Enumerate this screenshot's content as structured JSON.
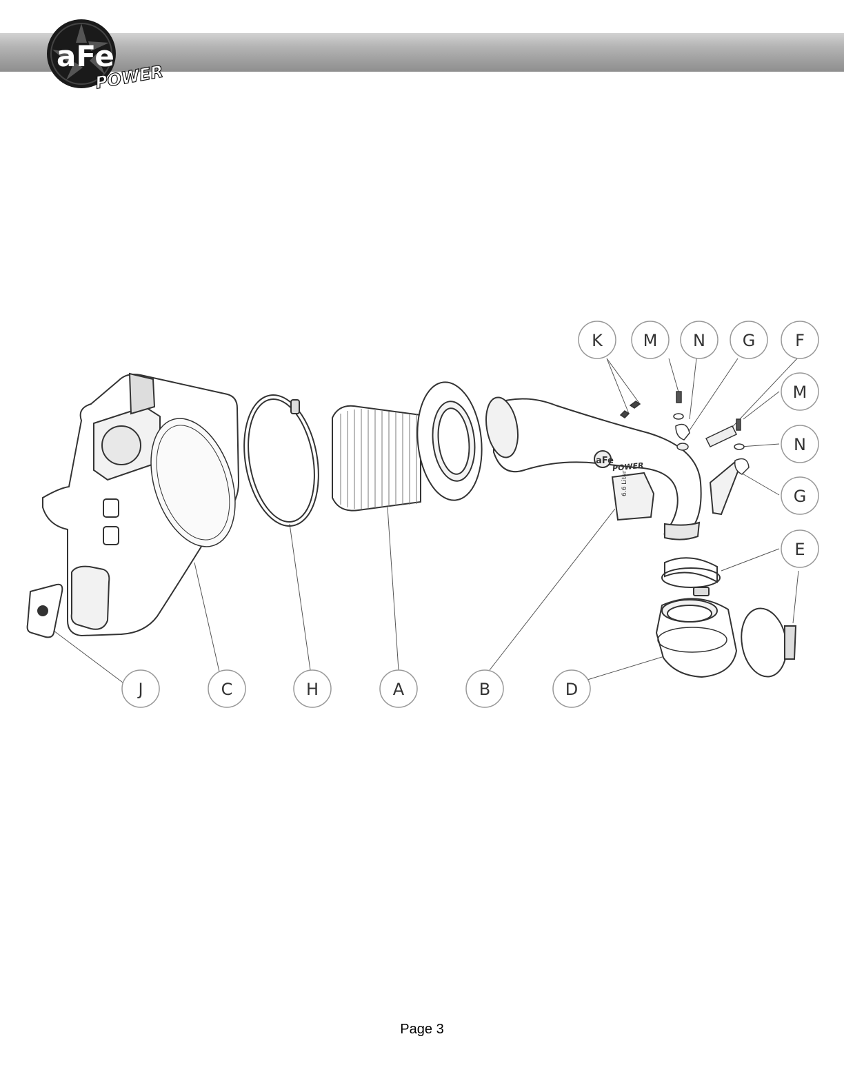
{
  "header": {
    "logo_text": "aFe",
    "logo_sub": "POWER"
  },
  "diagram": {
    "callouts": [
      "K",
      "M",
      "N",
      "G",
      "F",
      "M",
      "N",
      "G",
      "E",
      "E",
      "J",
      "C",
      "H",
      "A",
      "B",
      "D"
    ],
    "part_markings": {
      "tube_logo": "aFe",
      "tube_logo_sub": "POWER",
      "tube_text": "6.6 Liter"
    }
  },
  "footer": {
    "page_label": "Page 3"
  },
  "colors": {
    "line": "#333333",
    "header_dark": "#8e8e8e",
    "header_light": "#d2d2d2"
  }
}
